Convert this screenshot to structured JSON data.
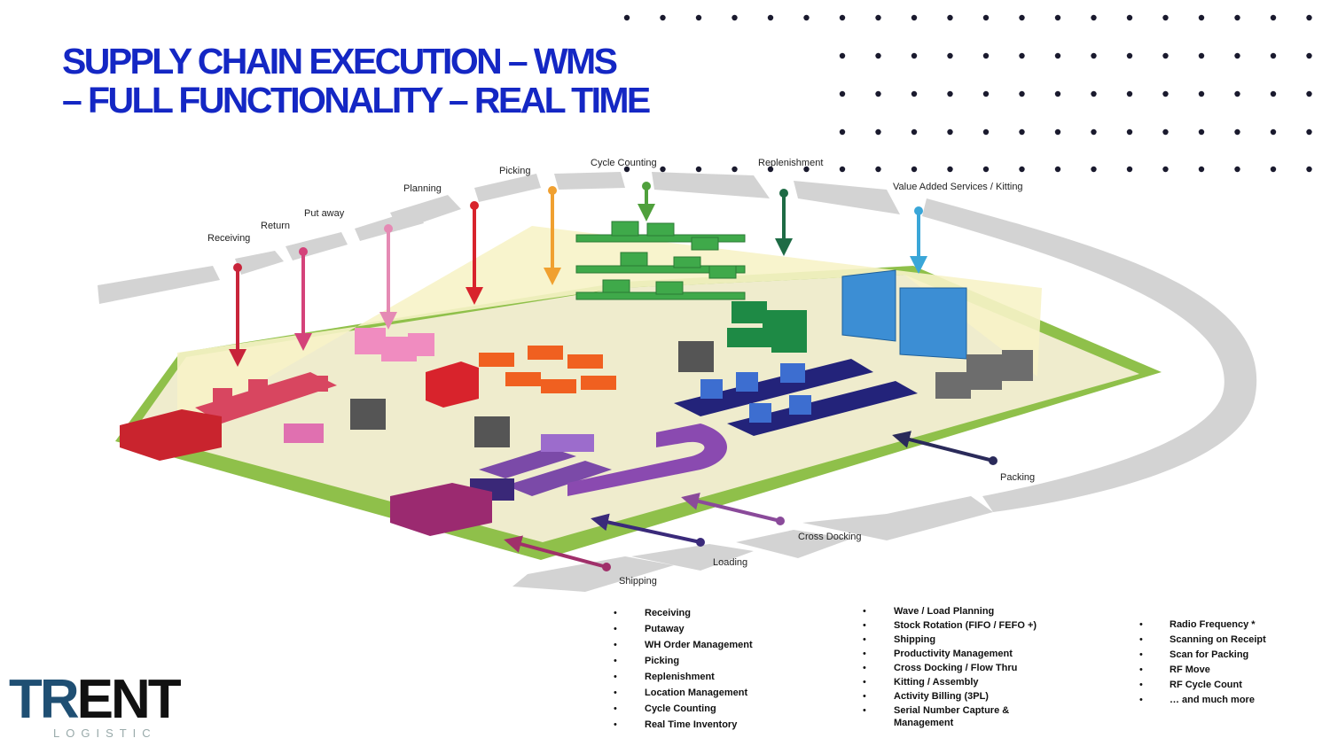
{
  "title": {
    "line1": "SUPPLY CHAIN EXECUTION –  WMS",
    "line2": "–  FULL FUNCTIONALITY –  REAL TIME"
  },
  "process_labels": {
    "receiving": "Receiving",
    "return": "Return",
    "put_away": "Put away",
    "planning": "Planning",
    "picking": "Picking",
    "cycle_counting": "Cycle Counting",
    "replenishment": "Replenishment",
    "value_added": "Value Added Services / Kitting",
    "packing": "Packing",
    "cross_docking": "Cross Docking",
    "loading": "Loading",
    "shipping": "Shipping"
  },
  "features": {
    "col1": [
      "Receiving",
      "Putaway",
      "WH Order Management",
      "Picking",
      "Replenishment",
      "Location Management",
      "Cycle  Counting",
      "Real Time Inventory"
    ],
    "col2": [
      "Wave / Load Planning",
      "Stock Rotation (FIFO / FEFO +)",
      "Shipping",
      "Productivity Management",
      "Cross Docking / Flow Thru",
      "Kitting / Assembly",
      "Activity Billing (3PL)",
      "Serial Number Capture & Management"
    ],
    "col3": [
      "Radio Frequency *",
      "Scanning on Receipt",
      "Scan for Packing",
      "RF Move",
      "RF Cycle Count",
      "… and much more"
    ]
  },
  "logo": {
    "part1": "TR",
    "part2": "ENT",
    "sub": "LOGISTIC"
  },
  "colors": {
    "title": "#1427c4",
    "floor": "#efeccd",
    "border": "#8fc04a",
    "flow_arrows": "#d0d0d0",
    "receiving": "#c8243a",
    "return": "#d4427a",
    "put_away": "#e58ab4",
    "planning": "#d8232c",
    "picking": "#f0a030",
    "cycle_counting": "#4fa03c",
    "replenishment": "#1e6b45",
    "value_added": "#3aa6d8",
    "packing": "#2a2a5a",
    "cross_docking": "#8a4a9a",
    "loading": "#3a2a7a",
    "shipping": "#a0306a"
  }
}
